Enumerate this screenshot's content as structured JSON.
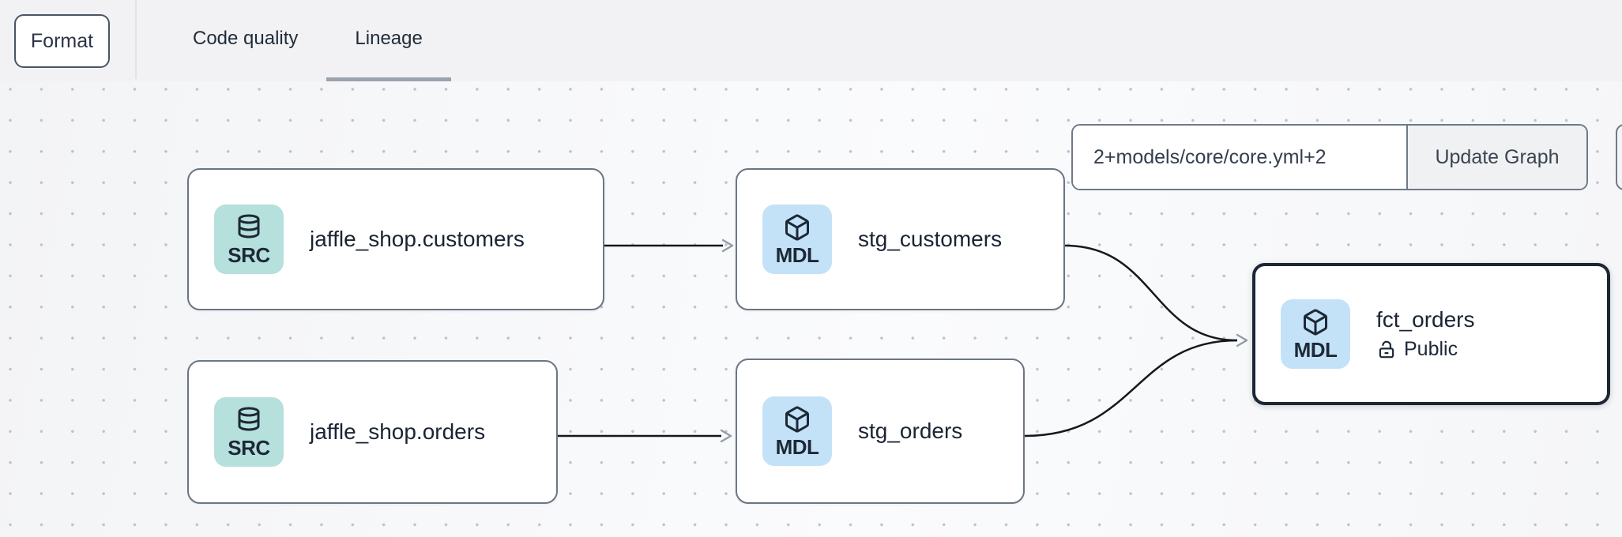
{
  "toolbar": {
    "format_button_label": "Format",
    "tabs": [
      {
        "label": "Code quality",
        "active": false
      },
      {
        "label": "Lineage",
        "active": true
      }
    ]
  },
  "controls": {
    "selector_value": "2+models/core/core.yml+2",
    "update_button_label": "Update Graph"
  },
  "lineage": {
    "nodes": [
      {
        "label": "jaffle_shop.customers",
        "badge": "SRC",
        "kind": "source"
      },
      {
        "label": "stg_customers",
        "badge": "MDL",
        "kind": "model"
      },
      {
        "label": "jaffle_shop.orders",
        "badge": "SRC",
        "kind": "source"
      },
      {
        "label": "stg_orders",
        "badge": "MDL",
        "kind": "model"
      },
      {
        "label": "fct_orders",
        "badge": "MDL",
        "kind": "model",
        "access_label": "Public",
        "selected": true
      }
    ],
    "edges": [
      {
        "from": "jaffle_shop.customers",
        "to": "stg_customers"
      },
      {
        "from": "jaffle_shop.orders",
        "to": "stg_orders"
      },
      {
        "from": "stg_customers",
        "to": "fct_orders"
      },
      {
        "from": "stg_orders",
        "to": "fct_orders"
      }
    ]
  },
  "colors": {
    "source_badge_bg": "#b5e0dc",
    "model_badge_bg": "#c4e2f7",
    "node_border": "#6b7684",
    "selected_node_border": "#1c2634",
    "edge_line": "#15181c",
    "arrowhead": "#939ca8",
    "tab_underline": "#9aa2ae",
    "text_dark": "#1a2433"
  }
}
